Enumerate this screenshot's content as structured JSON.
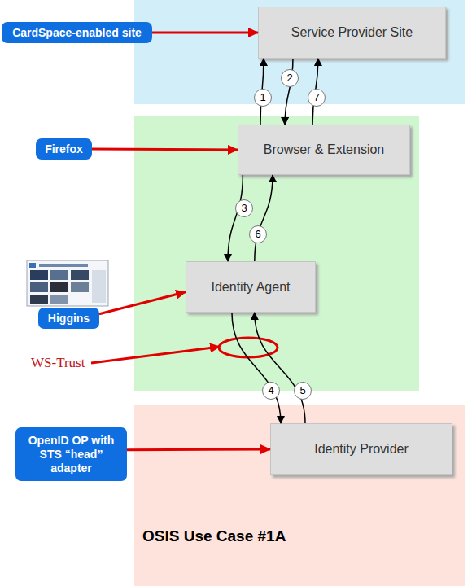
{
  "diagram": {
    "nodes": [
      {
        "text": [
          "CardSpace-enabled site"
        ]
      },
      {
        "text": [
          "Service Provider Site"
        ]
      },
      {
        "text": [
          "Firefox"
        ]
      },
      {
        "text": [
          "Browser & Extension"
        ]
      },
      {
        "text": [
          "Higgins"
        ]
      },
      {
        "text": [
          "Identity Agent"
        ]
      },
      {
        "text": [
          "OpenID OP with STS “head” adapter"
        ]
      },
      {
        "text": [
          "Identity Provider"
        ]
      }
    ],
    "edges": [
      {
        "from": 0,
        "to": 1,
        "arrow": "to"
      },
      {
        "from": 3,
        "to": 1,
        "label": "1",
        "arrow": "to"
      },
      {
        "from": 1,
        "to": 3,
        "label": "2",
        "arrow": "to"
      },
      {
        "from": 3,
        "to": 1,
        "label": "7",
        "arrow": "to"
      },
      {
        "from": 2,
        "to": 3,
        "arrow": "to"
      },
      {
        "from": 3,
        "to": 5,
        "label": "3",
        "arrow": "to"
      },
      {
        "from": 5,
        "to": 3,
        "label": "6",
        "arrow": "to"
      },
      {
        "from": 4,
        "to": 5,
        "arrow": "to"
      },
      {
        "from": 5,
        "to": 7,
        "label": "4",
        "arrow": "to"
      },
      {
        "from": 7,
        "to": 5,
        "label": "5",
        "arrow": "to"
      },
      {
        "from": 6,
        "to": 7,
        "arrow": "to"
      }
    ],
    "labels": [
      "WS-Trust",
      "OSIS Use Case #1A"
    ]
  }
}
